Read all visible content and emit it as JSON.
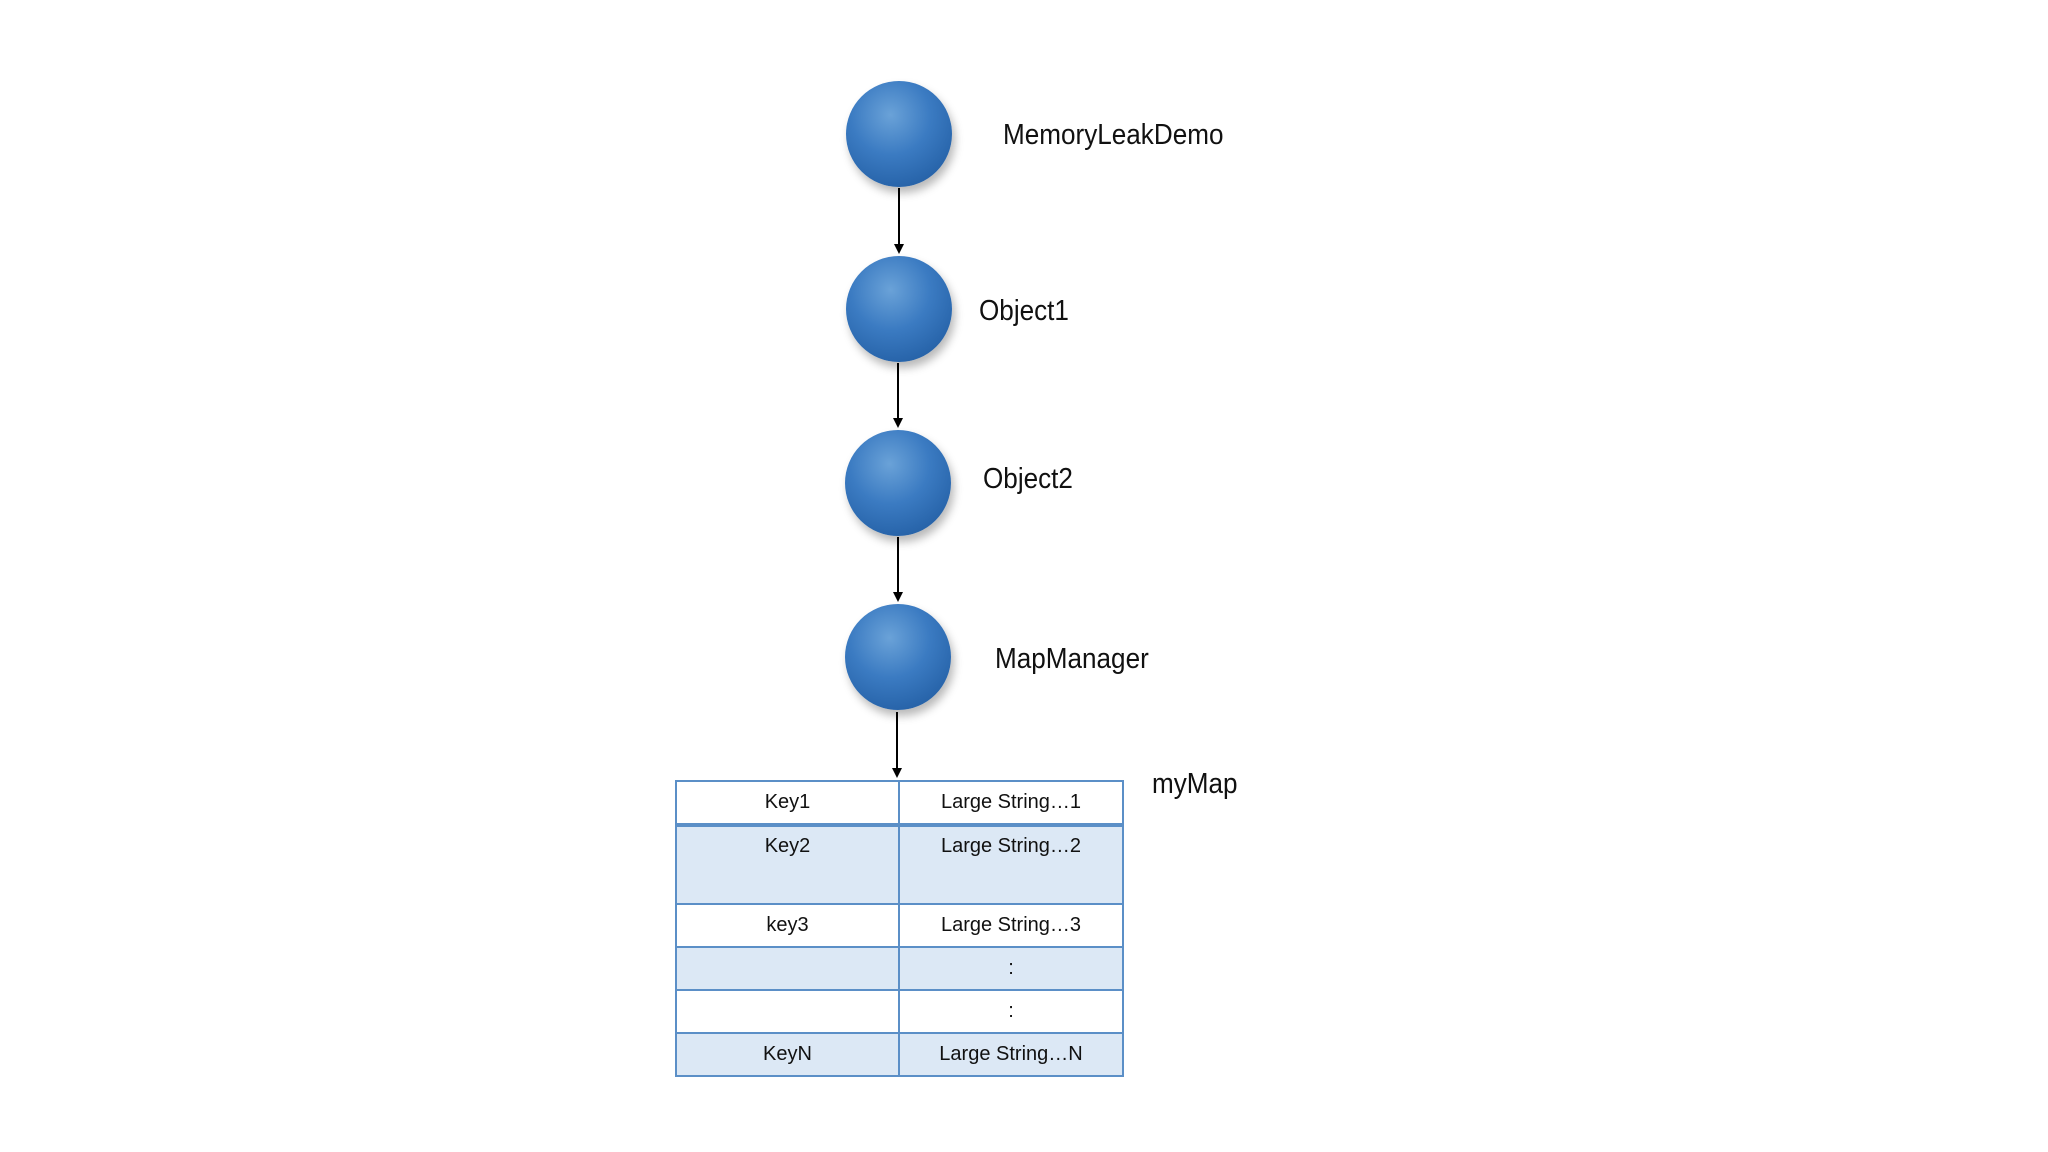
{
  "nodes": [
    {
      "label": "MemoryLeakDemo"
    },
    {
      "label": "Object1"
    },
    {
      "label": "Object2"
    },
    {
      "label": "MapManager"
    }
  ],
  "map": {
    "label": "myMap",
    "rows": [
      {
        "key": "Key1",
        "value": "Large String…1"
      },
      {
        "key": "Key2",
        "value": "Large String…2"
      },
      {
        "key": "key3",
        "value": "Large String…3"
      },
      {
        "key": "",
        "value": ":"
      },
      {
        "key": "",
        "value": ":"
      },
      {
        "key": "KeyN",
        "value": "Large String…N"
      }
    ]
  },
  "colors": {
    "node": "#2f6fb6",
    "table_border": "#5b8fc7",
    "table_shade": "#dce8f5",
    "arrow": "#000000"
  }
}
